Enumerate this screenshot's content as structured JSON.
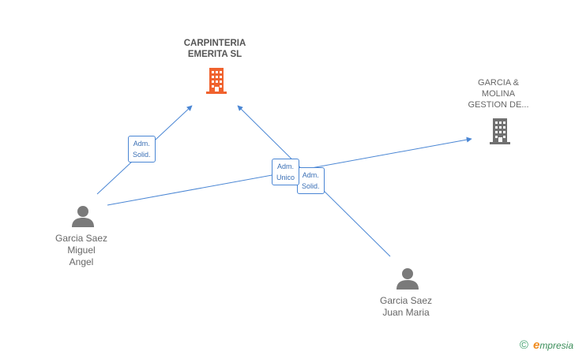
{
  "nodes": {
    "company_main": {
      "lines": [
        "CARPINTERIA",
        "EMERITA SL"
      ]
    },
    "company_other": {
      "lines": [
        "GARCIA &",
        "MOLINA",
        "GESTION DE..."
      ]
    },
    "person_miguel": {
      "lines": [
        "Garcia Saez",
        "Miguel",
        "Angel"
      ]
    },
    "person_juan": {
      "lines": [
        "Garcia Saez",
        "Juan Maria"
      ]
    }
  },
  "edges": {
    "miguel_main": {
      "lines": [
        "Adm.",
        "Solid."
      ]
    },
    "juan_main": {
      "lines": [
        "Adm.",
        "Solid."
      ]
    },
    "miguel_other": {
      "lines": [
        "Adm.",
        "Unico"
      ]
    }
  },
  "colors": {
    "main_company_icon": "#f0622e",
    "company_icon": "#707070",
    "person_icon": "#7a7a7a",
    "edge": "#4a86d4"
  },
  "brand": {
    "copyright": "©",
    "initial": "e",
    "rest": "mpresia"
  }
}
